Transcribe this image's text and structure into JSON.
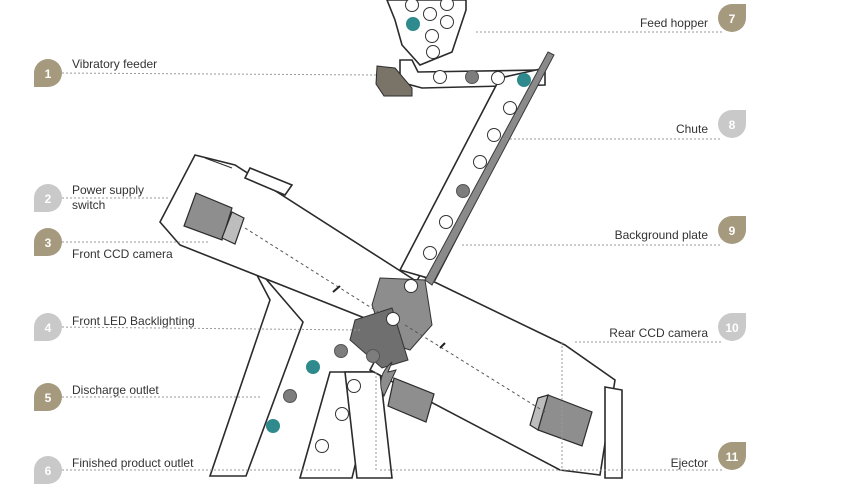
{
  "colors": {
    "badge_tan": "#a59a7e",
    "badge_gray": "#c9c9c9",
    "accent_teal": "#2e8a8c",
    "grain_gray": "#7d7d7d",
    "plate_gray": "#8a8a8a"
  },
  "labels": {
    "l1": {
      "num": "1",
      "text": "Vibratory feeder"
    },
    "l2": {
      "num": "2",
      "line1": "Power supply",
      "line2": "switch"
    },
    "l3": {
      "num": "3",
      "text": "Front CCD camera"
    },
    "l4": {
      "num": "4",
      "text": "Front LED Backlighting"
    },
    "l5": {
      "num": "5",
      "text": "Discharge outlet"
    },
    "l6": {
      "num": "6",
      "text": "Finished product outlet"
    },
    "l7": {
      "num": "7",
      "text": "Feed hopper"
    },
    "l8": {
      "num": "8",
      "text": "Chute"
    },
    "l9": {
      "num": "9",
      "text": "Background plate"
    },
    "l10": {
      "num": "10",
      "text": "Rear CCD camera"
    },
    "l11": {
      "num": "11",
      "text": "Ejector"
    }
  }
}
